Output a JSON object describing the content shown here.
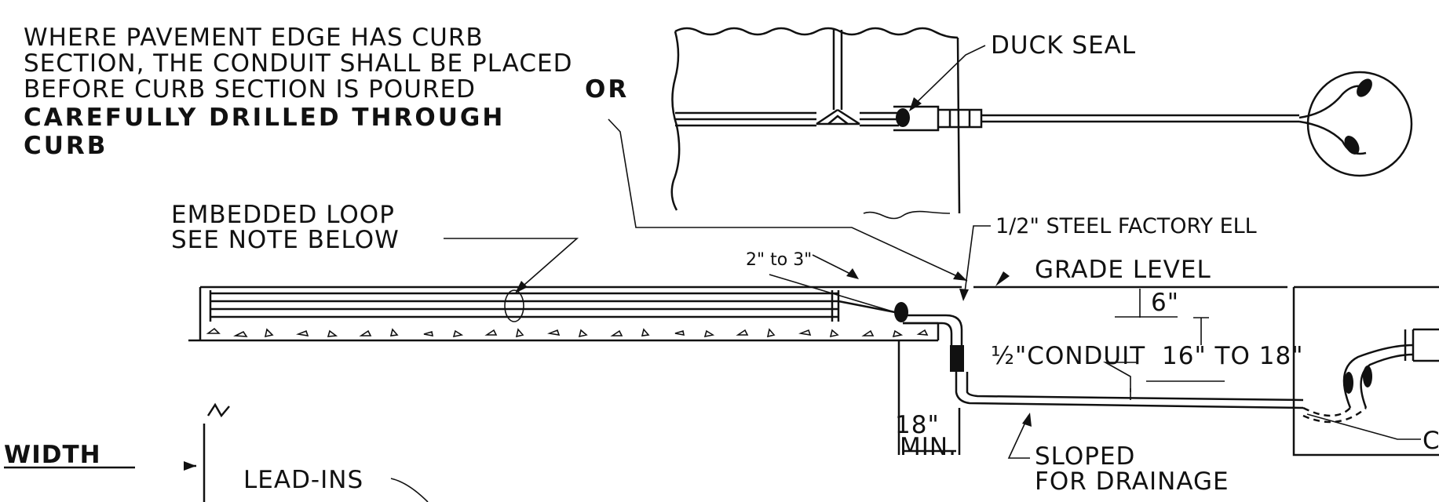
{
  "notes": {
    "curb_note": {
      "line1": "WHERE  PAVEMENT EDGE HAS CURB",
      "line2": "SECTION, THE CONDUIT SHALL BE PLACED",
      "line3": "BEFORE  CURB SECTION IS POURED",
      "line3_emph": "OR",
      "line4": "CAREFULLY DRILLED THROUGH",
      "line5": "CURB"
    },
    "embedded_loop": {
      "line1": "EMBEDDED LOOP",
      "line2": "SEE NOTE BELOW"
    }
  },
  "labels": {
    "duck_seal": "DUCK SEAL",
    "steel_ell": "1/2\" STEEL FACTORY ELL",
    "grade_level": "GRADE  LEVEL",
    "depth_2_3": "2\" to 3\"",
    "depth_6": "6\"",
    "conduit": "½\"CONDUIT",
    "depth_16_18": "16\" TO 18\"",
    "min_18": "18\"",
    "min_label": "MIN.",
    "sloped_1": "SLOPED",
    "sloped_2": "FOR DRAINAGE",
    "width": "WIDTH",
    "lead_ins": "LEAD-INS",
    "edge_letter": "C"
  }
}
